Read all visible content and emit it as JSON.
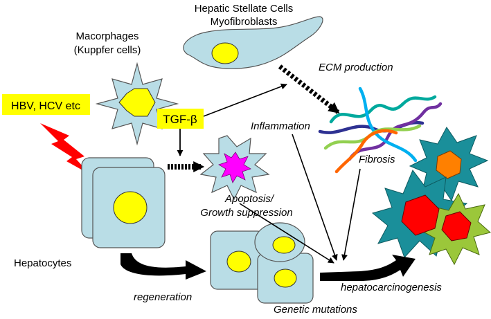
{
  "labels": {
    "stellate_line1": "Hepatic Stellate Cells",
    "stellate_line2": "Myofibroblasts",
    "macrophage_line1": "Macorphages",
    "macrophage_line2": "(Kuppfer cells)",
    "virus": "HBV, HCV etc",
    "tgf": "TGF-β",
    "ecm": "ECM production",
    "inflammation": "Inflammation",
    "fibrosis": "Fibrosis",
    "apoptosis_line1": "Apoptosis/",
    "apoptosis_line2": "Growth suppression",
    "hepatocytes": "Hepatocytes",
    "regeneration": "regeneration",
    "genetic": "Genetic mutations",
    "hcc": "hepatocarcinogenesis"
  },
  "colors": {
    "cell_fill": "#b9dde6",
    "nucleus": "#ffff00",
    "highlight": "#ffff00",
    "lightning": "#ff0000",
    "apoptotic_core": "#ff00ff",
    "tumor_teal": "#1a8f9a",
    "tumor_green": "#9bc73a",
    "tumor_red": "#ff0000",
    "tumor_orange": "#ff8000",
    "fiber_colors": [
      "#7030a0",
      "#00b0f0",
      "#ff6600",
      "#92d050",
      "#2e3192",
      "#00a99d"
    ]
  }
}
